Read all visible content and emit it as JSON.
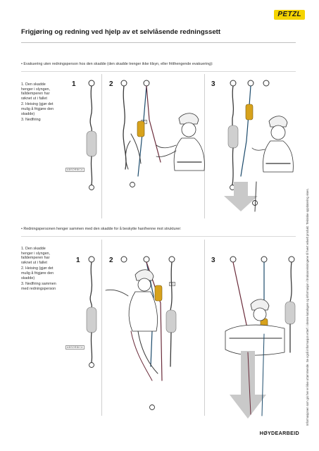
{
  "brand": {
    "logo_text": "PETZL",
    "accent_color": "#f5d400"
  },
  "page": {
    "title": "Frigjøring og redning ved hjelp av et selvlåsende redningssett",
    "footer": "HØYDEARBEID",
    "sidenote": "Informasjonen som gis her er ikke uttømmende. Se også informasjon etterf. i denne katalogen og informasjon i bruksanvisningene til hvert enkelt produkt. Tekniske oppdatering vises."
  },
  "section1": {
    "intro": "• Evakuering uten redningsperson hos den skadde (den skadde trenger ikke tilsyn, eller fritthengende evakuering):",
    "steps": [
      "1. Den skadde henger i slyngen, falldemperen har røknet ut i fallet",
      "2. Heising (gjør det mulig å frigjøre den skadde)",
      "3. Nedfiring"
    ],
    "panel_numbers": [
      "1",
      "2",
      "3"
    ],
    "absorbica_label": "ABSORBICA",
    "device_tag": "TD"
  },
  "section2": {
    "intro": "• Redningspersonen henger sammen med den skadde for å beskytte han/henne mot strukturer:",
    "steps": [
      "1. Den skadde henger i slyngen, falldemperen har røknet ut i fallet",
      "2. Heising (gjør det mulig å frigjøre den skadde)",
      "3. Nedfiring sammen med redningsperson"
    ],
    "panel_numbers": [
      "1",
      "2",
      "3"
    ],
    "absorbica_label": "ABSORBICA",
    "device_tag": "TD"
  }
}
